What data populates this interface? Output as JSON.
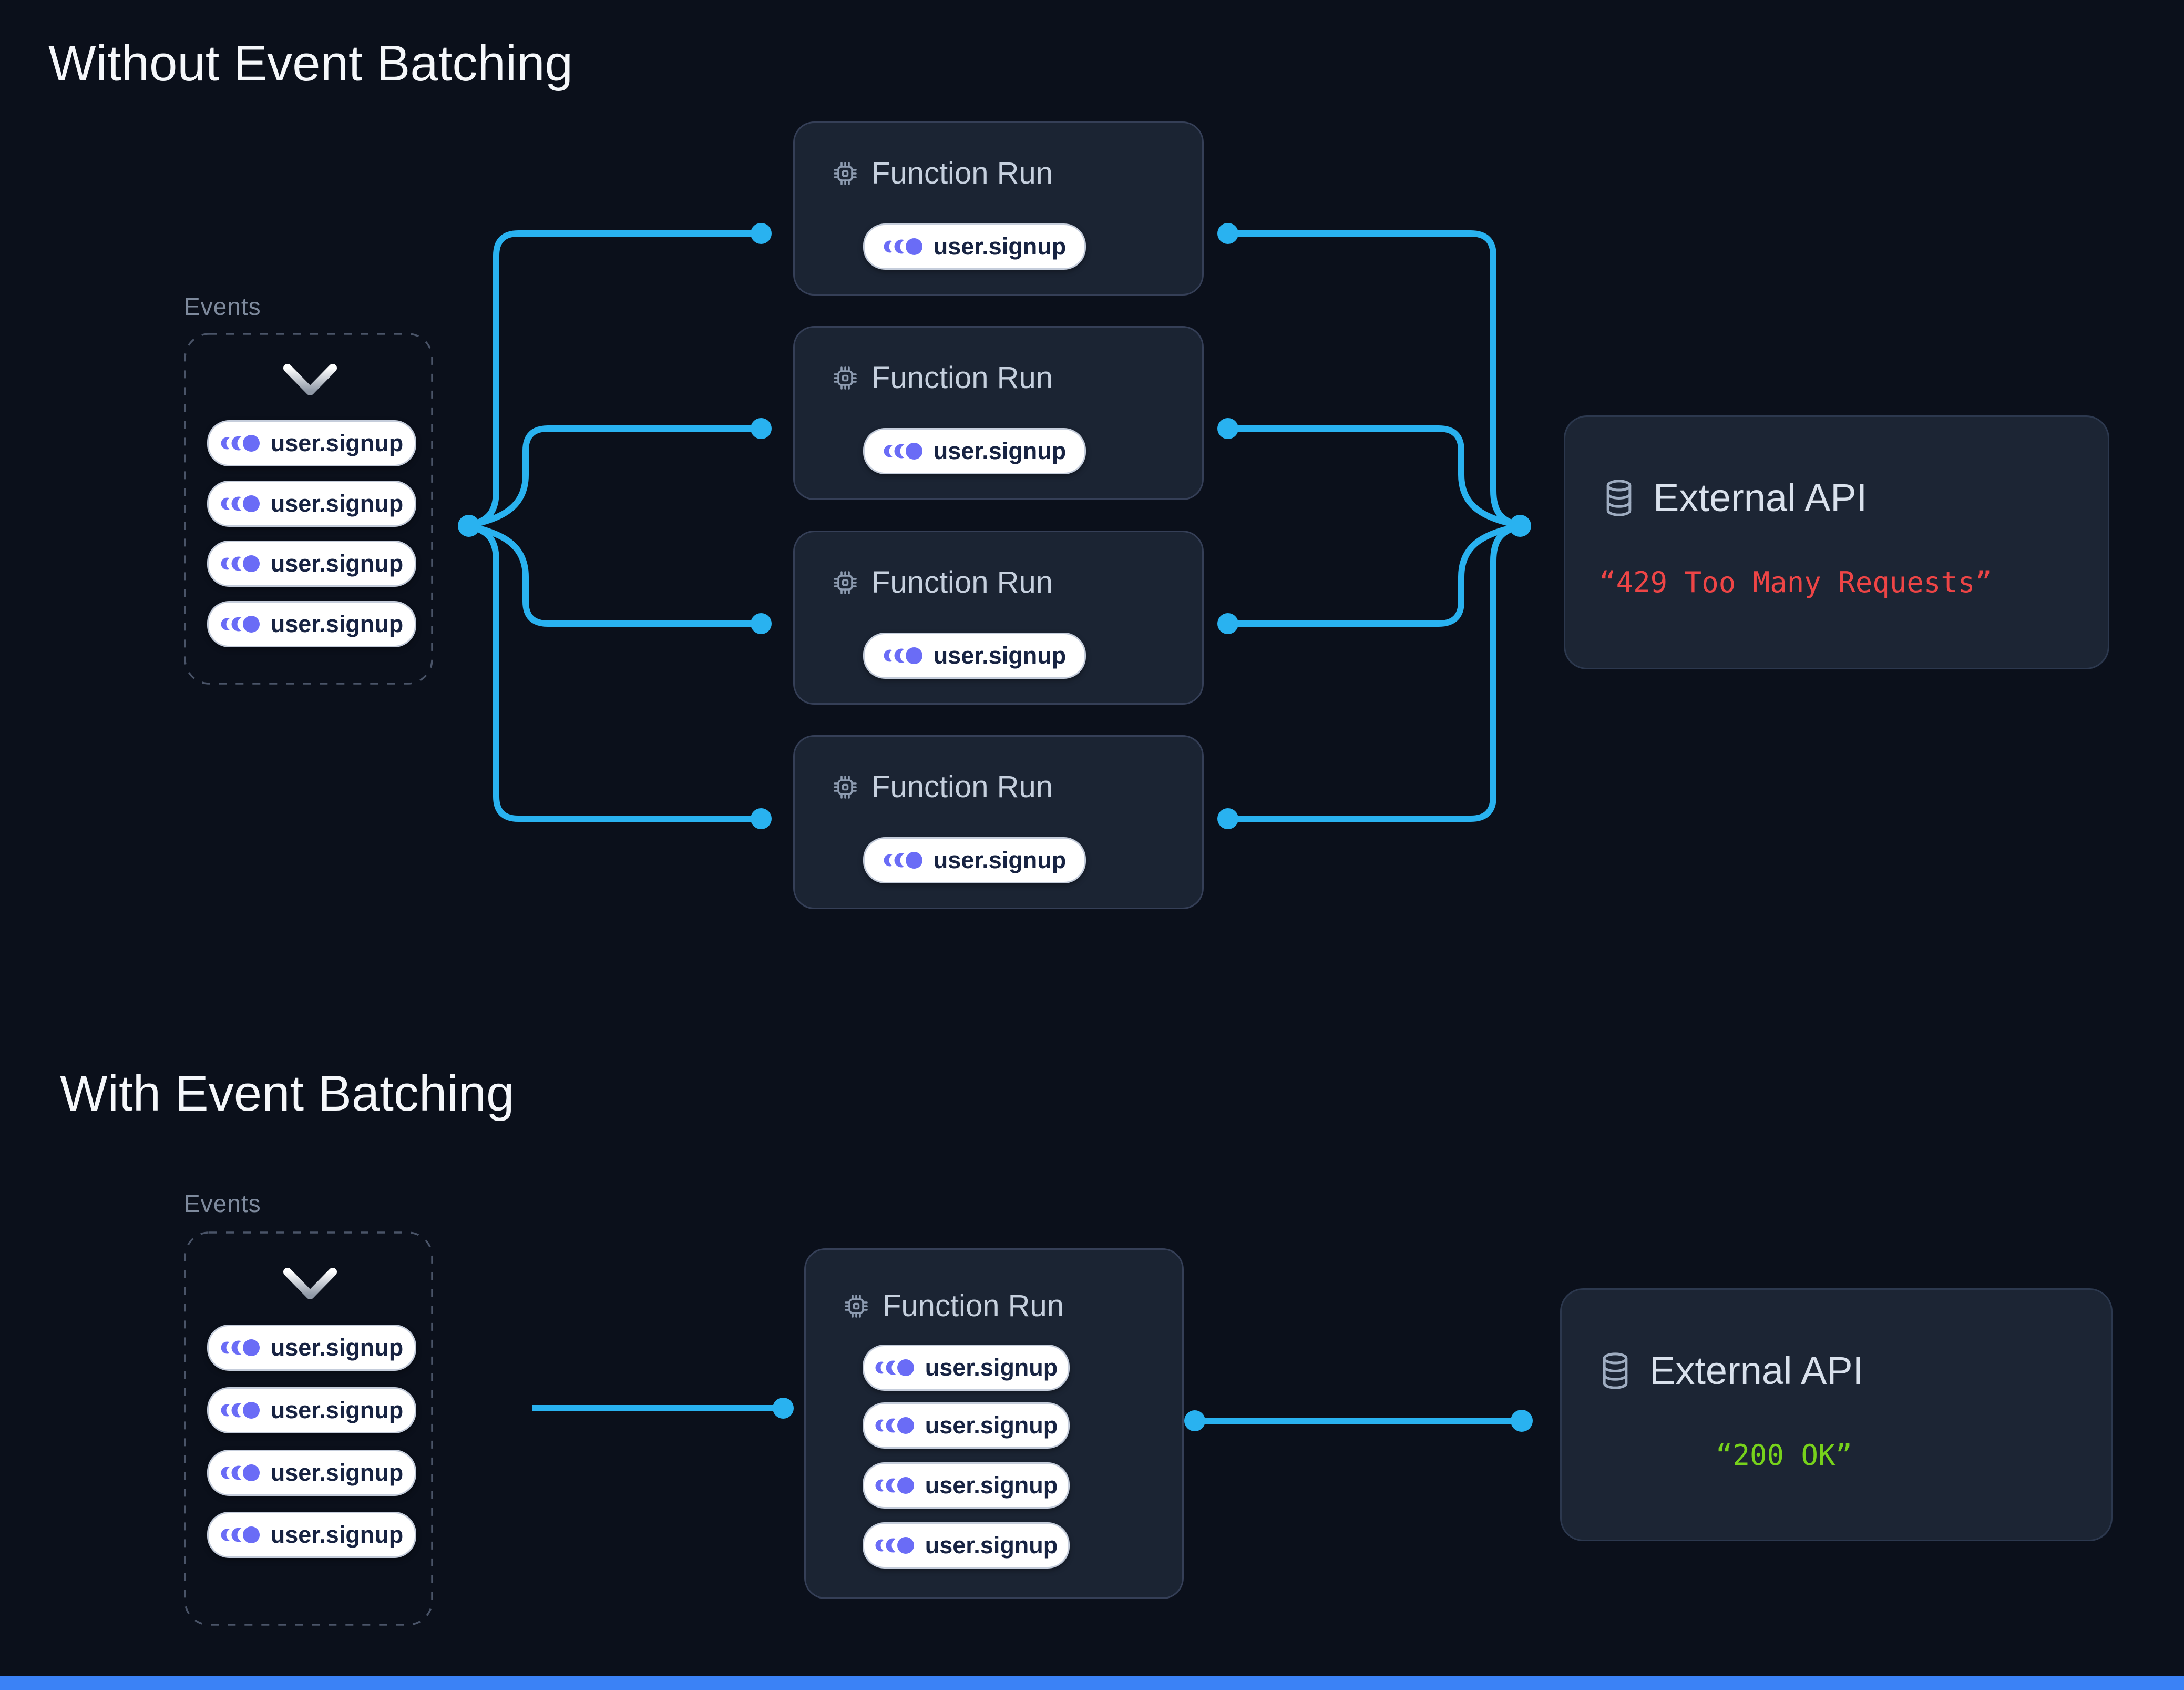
{
  "colors": {
    "background": "#0b101b",
    "accent_blue": "#29b2f0",
    "indigo_event": "#6a6cf6",
    "card_bg": "#1b2433",
    "card_border": "#353f57",
    "pill_bg": "#ffffff",
    "pill_text": "#172342",
    "error_red": "#ee4546",
    "success_green": "#77d21b",
    "footer_bar_blue": "#3b82f6"
  },
  "sections": {
    "top": {
      "title": "Without Event Batching",
      "events": {
        "label": "Events",
        "chevron_icon": "chevron-down-icon",
        "pills": [
          "user.signup",
          "user.signup",
          "user.signup",
          "user.signup"
        ]
      },
      "function_runs": [
        {
          "title": "Function Run",
          "icon": "chip-icon",
          "pill": "user.signup"
        },
        {
          "title": "Function Run",
          "icon": "chip-icon",
          "pill": "user.signup"
        },
        {
          "title": "Function Run",
          "icon": "chip-icon",
          "pill": "user.signup"
        },
        {
          "title": "Function Run",
          "icon": "chip-icon",
          "pill": "user.signup"
        }
      ],
      "external_api": {
        "title": "External API",
        "icon": "database-icon",
        "status": "“429 Too Many Requests”"
      }
    },
    "bottom": {
      "title": "With Event Batching",
      "events": {
        "label": "Events",
        "chevron_icon": "chevron-down-icon",
        "pills": [
          "user.signup",
          "user.signup",
          "user.signup",
          "user.signup"
        ]
      },
      "function_run": {
        "title": "Function Run",
        "icon": "chip-icon",
        "pills": [
          "user.signup",
          "user.signup",
          "user.signup",
          "user.signup"
        ]
      },
      "external_api": {
        "title": "External API",
        "icon": "database-icon",
        "status": "“200 OK”"
      }
    }
  }
}
